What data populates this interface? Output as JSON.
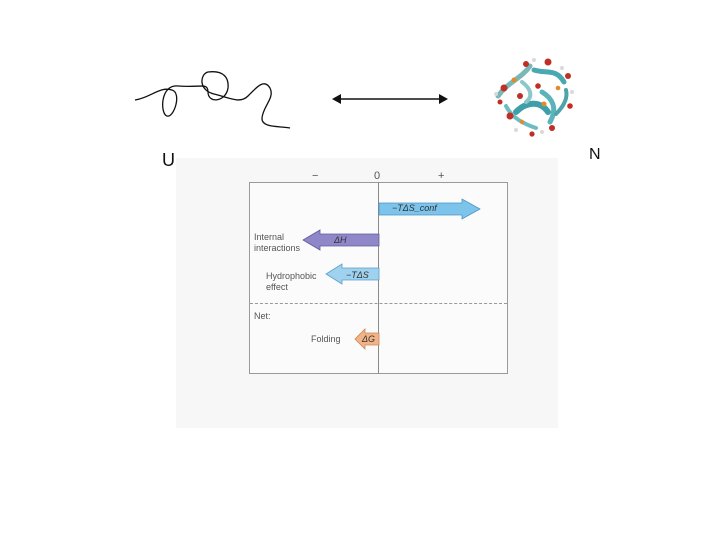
{
  "states": {
    "unfolded_label": "U",
    "native_label": "N"
  },
  "scale": {
    "minus": "−",
    "zero": "0",
    "plus": "+"
  },
  "rows": {
    "conformational": {
      "term": "−TΔS_conf"
    },
    "internal": {
      "label_line1": "Internal",
      "label_line2": "interactions",
      "term": "ΔH"
    },
    "hydrophobic": {
      "label_line1": "Hydrophobic",
      "label_line2": "effect",
      "term": "−TΔS"
    },
    "net": {
      "label": "Net:"
    },
    "folding": {
      "label": "Folding",
      "term": "ΔG"
    }
  },
  "colors": {
    "entropy_blue": "#7cc4ec",
    "enthalpy_purple": "#8e88c9",
    "gibbs_salmon": "#f2b487"
  }
}
